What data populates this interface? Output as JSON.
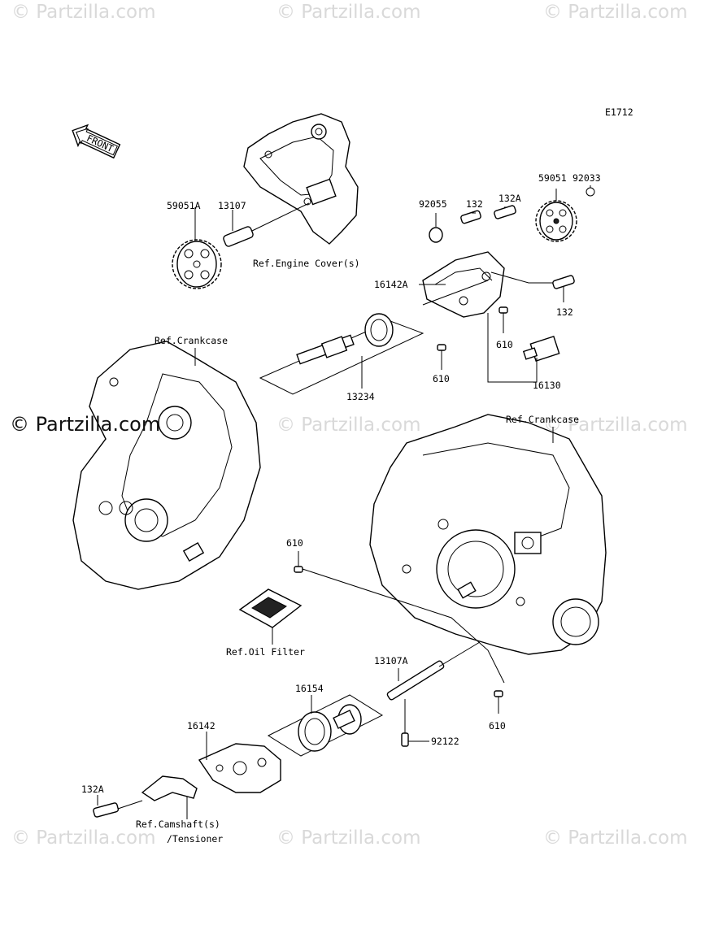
{
  "watermarks": {
    "text": "© Partzilla.com",
    "main": "© Partzilla.com"
  },
  "diagram_code": "E1712",
  "front_arrow": "FRONT",
  "references": {
    "engine_cover": "Ref.Engine Cover(s)",
    "crankcase_left": "Ref.Crankcase",
    "crankcase_right": "Ref.Crankcase",
    "oil_filter": "Ref.Oil Filter",
    "camshaft_line1": "Ref.Camshaft(s)",
    "camshaft_line2": "/Tensioner"
  },
  "parts": {
    "p59051A": "59051A",
    "p13107": "13107",
    "p92055": "92055",
    "p132_top": "132",
    "p132A_top": "132A",
    "p59051": "59051",
    "p92033": "92033",
    "p16142A": "16142A",
    "p132_right": "132",
    "p610_a": "610",
    "p610_b": "610",
    "p16130": "16130",
    "p13234": "13234",
    "p610_c": "610",
    "p13107A": "13107A",
    "p16154": "16154",
    "p610_d": "610",
    "p92122": "92122",
    "p16142": "16142",
    "p132A_bottom": "132A"
  },
  "colors": {
    "line": "#000000",
    "watermark": "#d9d9d9",
    "background": "#ffffff"
  }
}
